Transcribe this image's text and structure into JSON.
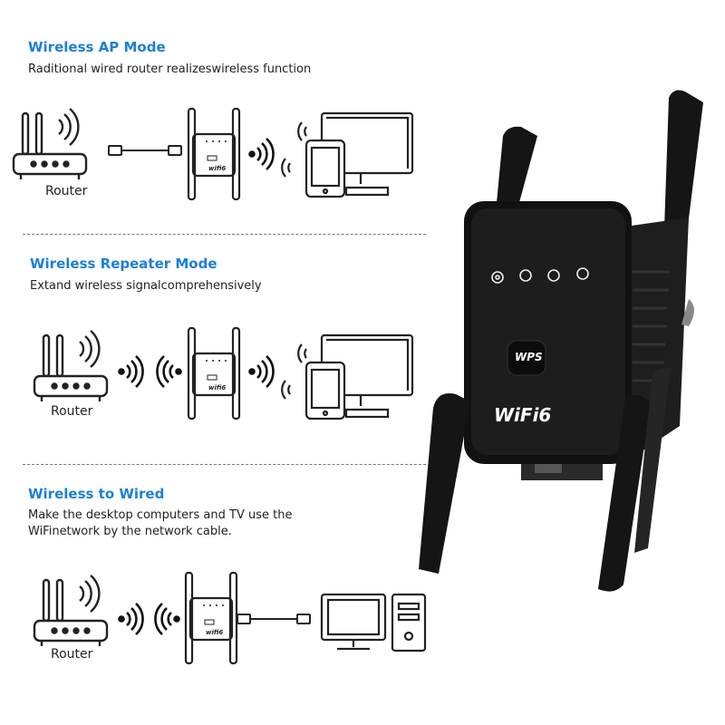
{
  "sections": [
    {
      "title": "Wireless AP Mode",
      "desc": [
        "Raditional wired router realizeswireless function"
      ],
      "router_label": "Router"
    },
    {
      "title": "Wireless Repeater Mode",
      "desc": [
        "Extand wireless signalcomprehensively"
      ],
      "router_label": "Router"
    },
    {
      "title": "Wireless to Wired",
      "desc": [
        "Make the desktop computers and TV use the",
        "WiFinetwork by the network cable."
      ],
      "router_label": "Router"
    }
  ],
  "device": {
    "button_label": "WPS",
    "logo": "WiFi6"
  },
  "colors": {
    "accent": "#1c7fd8",
    "device": "#1b1b1b"
  }
}
